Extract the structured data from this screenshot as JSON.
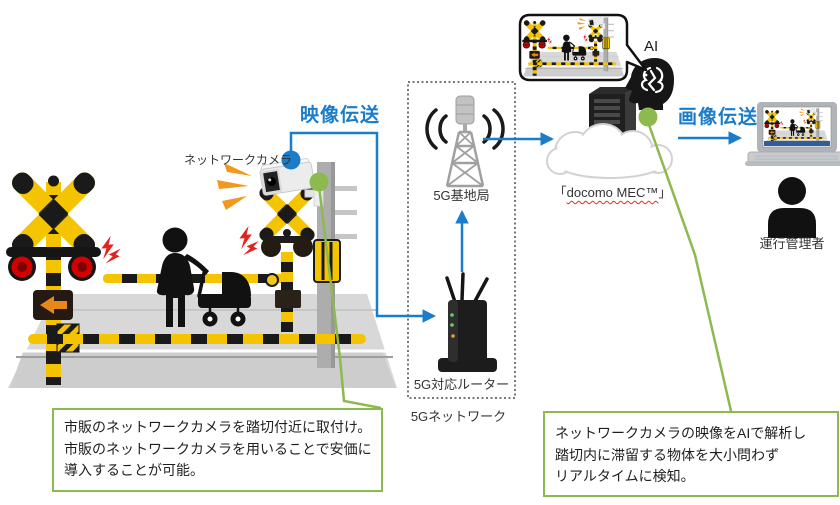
{
  "labels": {
    "network_camera": "ネットワークカメラ",
    "video_transmission": "映像伝送",
    "image_transmission": "画像伝送",
    "base_station_5g": "5G基地局",
    "router_5g": "5G対応ルーター",
    "network_5g": "5Gネットワーク",
    "ai": "AI",
    "operator": "運行管理者"
  },
  "mec": {
    "open": "「",
    "name": "docomo MEC™",
    "close": "」"
  },
  "callouts": {
    "left": {
      "lines": [
        "市販のネットワークカメラを踏切付近に取付け。",
        "市販のネットワークカメラを用いることで安価に",
        "導入することが可能。"
      ]
    },
    "right": {
      "lines": [
        "ネットワークカメラの映像をAIで解析し",
        "踏切内に滞留する物体を大小問わず",
        "リアルタイムに検知。"
      ]
    }
  },
  "icons": {
    "crossing_scene": "railroad-crossing-scene-icon",
    "camera": "cctv-camera-icon",
    "tower": "5g-base-station-tower-icon",
    "router": "5g-router-icon",
    "server_cloud": "mec-server-cloud-icon",
    "ai_head": "ai-head-icon",
    "speech_bubble": "camera-frame-bubble-icon",
    "laptop": "laptop-icon",
    "operator_person": "operator-person-icon"
  },
  "colors": {
    "accent_blue": "#1b7cc9",
    "accent_green": "#8cba4e",
    "crossing_yellow": "#f5c400",
    "alert_red": "#d40000",
    "flash_orange": "#f2981d"
  }
}
